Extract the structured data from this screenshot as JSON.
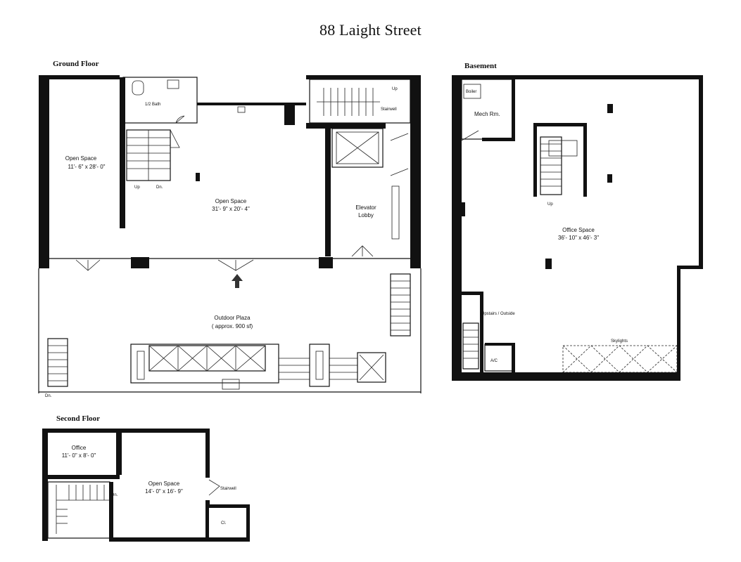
{
  "title": "88 Laight Street",
  "sections": {
    "ground": "Ground Floor",
    "basement": "Basement",
    "second": "Second Floor"
  },
  "ground_floor": {
    "half_bath": "1/2 Bath",
    "open_space_left": "Open Space",
    "open_space_left_dims": "11'- 6\" x 28'- 0\"",
    "open_space_center": "Open Space",
    "open_space_center_dims": "31'- 9\" x 20'- 4\"",
    "elevator_lobby_1": "Elevator",
    "elevator_lobby_2": "Lobby",
    "stairwell": "Stairwell",
    "up_top": "Up",
    "up_left": "Up",
    "dn_left": "Dn.",
    "outdoor_plaza": "Outdoor Plaza",
    "outdoor_plaza_area": "( approx. 900 sf)",
    "dn_bottom": "Dn."
  },
  "basement": {
    "boiler": "Boiler",
    "mech_rm": "Mech Rm.",
    "up": "Up",
    "office_space": "Office Space",
    "office_space_dims": "36'- 10\" x 46'- 3\"",
    "upstairs_outside": "Upstairs / Outside",
    "ac": "A/C",
    "skylights": "Skylights"
  },
  "second_floor": {
    "office": "Office",
    "office_dims": "11'- 0\" x 8'- 0\"",
    "open_space": "Open Space",
    "open_space_dims": "14'- 0\" x 16'- 9\"",
    "stairwell": "Stairwell",
    "dn": "Dn.",
    "closet": "Cl."
  }
}
